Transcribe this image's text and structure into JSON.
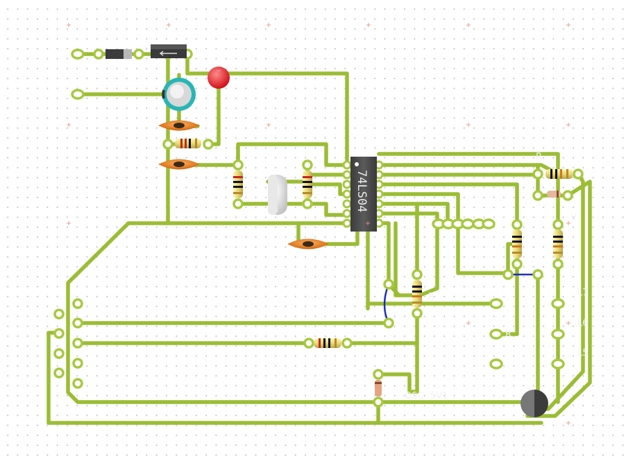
{
  "ic": {
    "label": "74LS04"
  },
  "labels": {
    "r_b": "R",
    "u": "V",
    "osc": "OSC",
    "v1": "5V1",
    "l7": "L7",
    "l6": "L6",
    "l5": "L5",
    "t_a": "R",
    "t_b": "R"
  },
  "colors": {
    "trace": "#9bbd35",
    "pad": "#a6c93f",
    "jumper": "#1d2fb8",
    "led": "#e01c24",
    "capacitor": "#e07a1a",
    "electrolytic": "#2ab5b5",
    "chip": "#4a4a4a"
  }
}
